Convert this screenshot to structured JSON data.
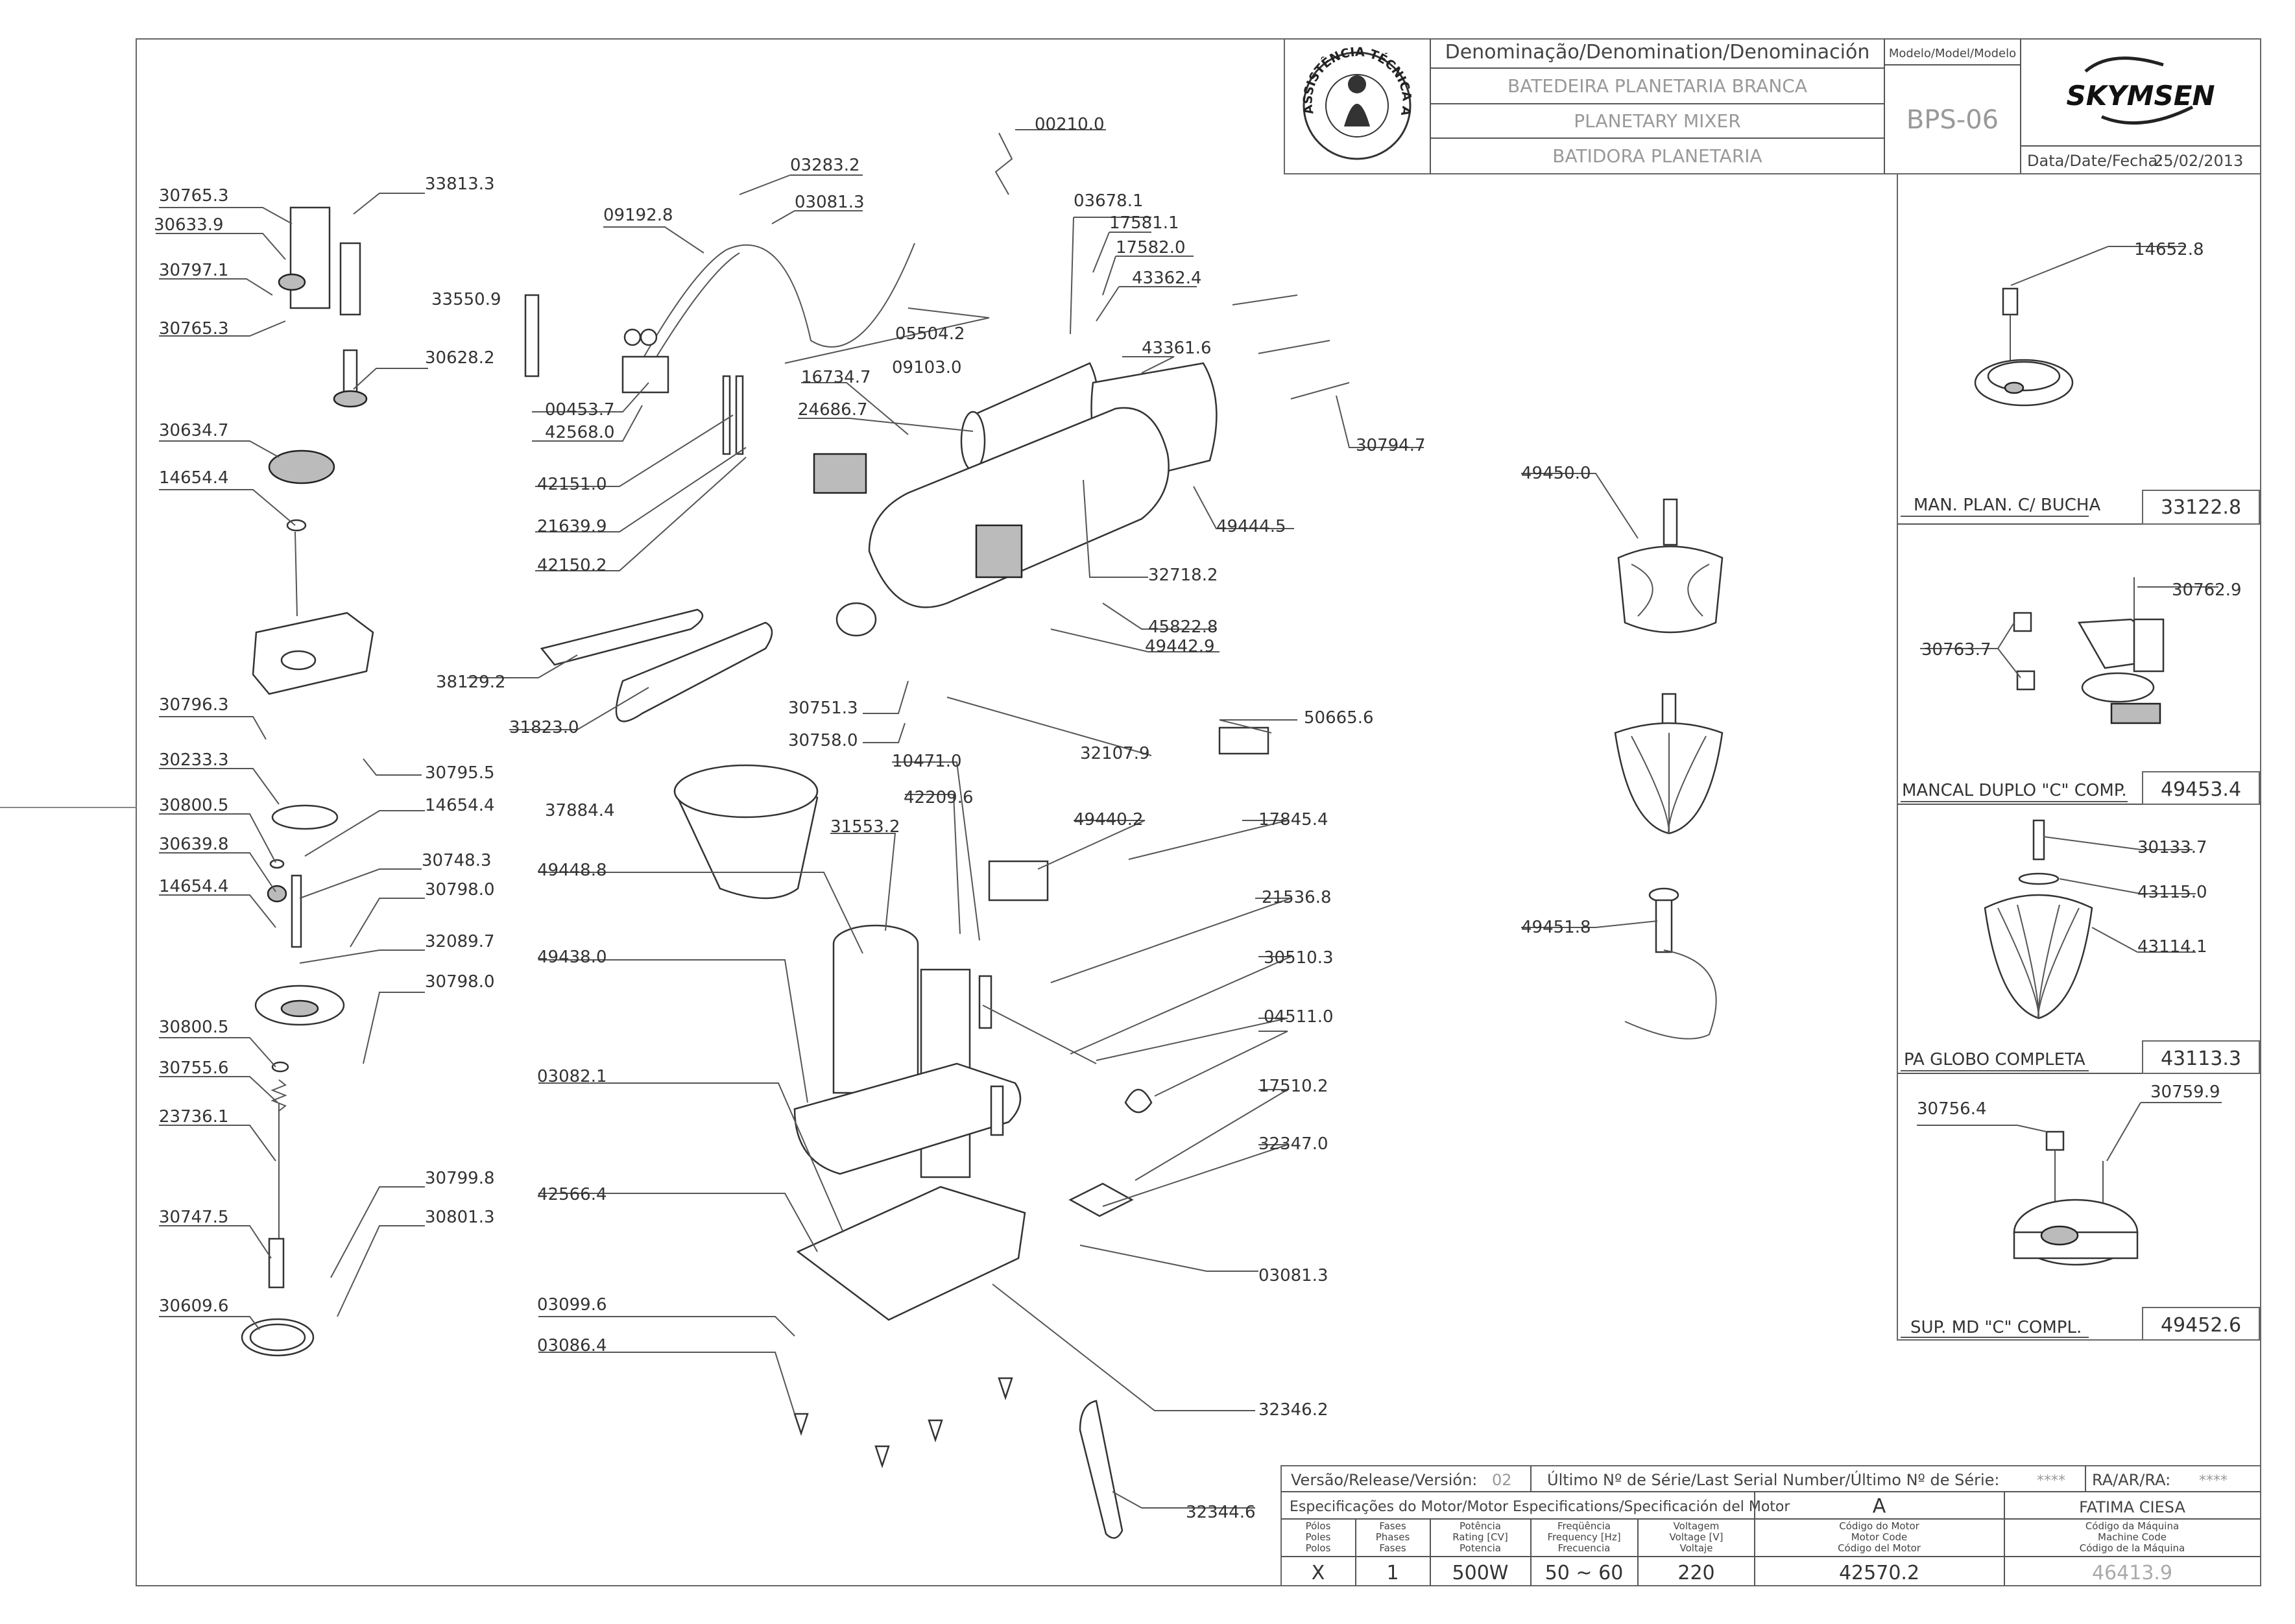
{
  "title_block": {
    "denomination_header": "Denominação/Denomination/Denominación",
    "names": [
      "BATEDEIRA PLANETARIA BRANCA",
      "PLANETARY MIXER",
      "BATIDORA PLANETARIA"
    ],
    "model_header": "Modelo/Model/Modelo",
    "model": "BPS-06",
    "brand": "SKYMSEN",
    "date_label": "Data/Date/Fecha:",
    "date": "25/02/2013",
    "seal_text": "ASSISTÊNCIA TÉCNICA AUTORIZADA"
  },
  "part_labels": [
    "30765.3",
    "30633.9",
    "30797.1",
    "30765.3",
    "33813.3",
    "33550.9",
    "30628.2",
    "30634.7",
    "14654.4",
    "30796.3",
    "30795.5",
    "30233.3",
    "30800.5",
    "14654.4",
    "30639.8",
    "30748.3",
    "14654.4",
    "30798.0",
    "32089.7",
    "30798.0",
    "30800.5",
    "30755.6",
    "23736.1",
    "30799.8",
    "30747.5",
    "30801.3",
    "30609.6",
    "09192.8",
    "03283.2",
    "03081.3",
    "00210.0",
    "03678.1",
    "17581.1",
    "17582.0",
    "43362.4",
    "05504.2",
    "09103.0",
    "43361.6",
    "00453.7",
    "42568.0",
    "16734.7",
    "24686.7",
    "42151.0",
    "21639.9",
    "42150.2",
    "30794.7",
    "49444.5",
    "32718.2",
    "38129.2",
    "31823.0",
    "45822.8",
    "49442.9",
    "30751.3",
    "30758.0",
    "32107.9",
    "50665.6",
    "10471.0",
    "42209.6",
    "49440.2",
    "37884.4",
    "31553.2",
    "17845.4",
    "49448.8",
    "21536.8",
    "49438.0",
    "30510.3",
    "04511.0",
    "03082.1",
    "17510.2",
    "32347.0",
    "42566.4",
    "03081.3",
    "03099.6",
    "03086.4",
    "32346.2",
    "32344.6",
    "49450.0",
    "49451.8"
  ],
  "kits": [
    {
      "name": "MAN. PLAN. C/ BUCHA",
      "code": "33122.8",
      "parts": [
        "14652.8"
      ]
    },
    {
      "name": "MANCAL DUPLO \"C\" COMP.",
      "code": "49453.4",
      "parts": [
        "30762.9",
        "30763.7"
      ]
    },
    {
      "name": "PA GLOBO COMPLETA",
      "code": "43113.3",
      "parts": [
        "30133.7",
        "43115.0",
        "43114.1"
      ]
    },
    {
      "name": "SUP. MD \"C\" COMPL.",
      "code": "49452.6",
      "parts": [
        "30756.4",
        "30759.9"
      ]
    }
  ],
  "footer": {
    "version_label": "Versão/Release/Versión:",
    "version": "02",
    "serial_label": "Último Nº de Série/Last Serial Number/Último Nº de Série:",
    "serial": "****",
    "ra_label": "RA/AR/RA:",
    "ra": "****",
    "motor_spec_label": "Especificações do Motor/Motor Especifications/Specificación del Motor",
    "motor_rev": "A",
    "manufacturer": "FATIMA CIESA",
    "columns": [
      {
        "header": "Pólos\nPoles\nPolos",
        "value": "X"
      },
      {
        "header": "Fases\nPhases\nFases",
        "value": "1"
      },
      {
        "header": "Potência\nRating [CV]\nPotencia",
        "value": "500W"
      },
      {
        "header": "Freqüência\nFrequency [Hz]\nFrecuencia",
        "value": "50 ~ 60"
      },
      {
        "header": "Voltagem\nVoltage [V]\nVoltaje",
        "value": "220"
      },
      {
        "header": "Código do Motor\nMotor Code\nCódigo del Motor",
        "value": "42570.2"
      },
      {
        "header": "Código da Máquina\nMachine Code\nCódigo de la Máquina",
        "value": "46413.9"
      }
    ]
  },
  "colors": {
    "line": "#555555",
    "text": "#333333",
    "gray_text": "#999999"
  }
}
